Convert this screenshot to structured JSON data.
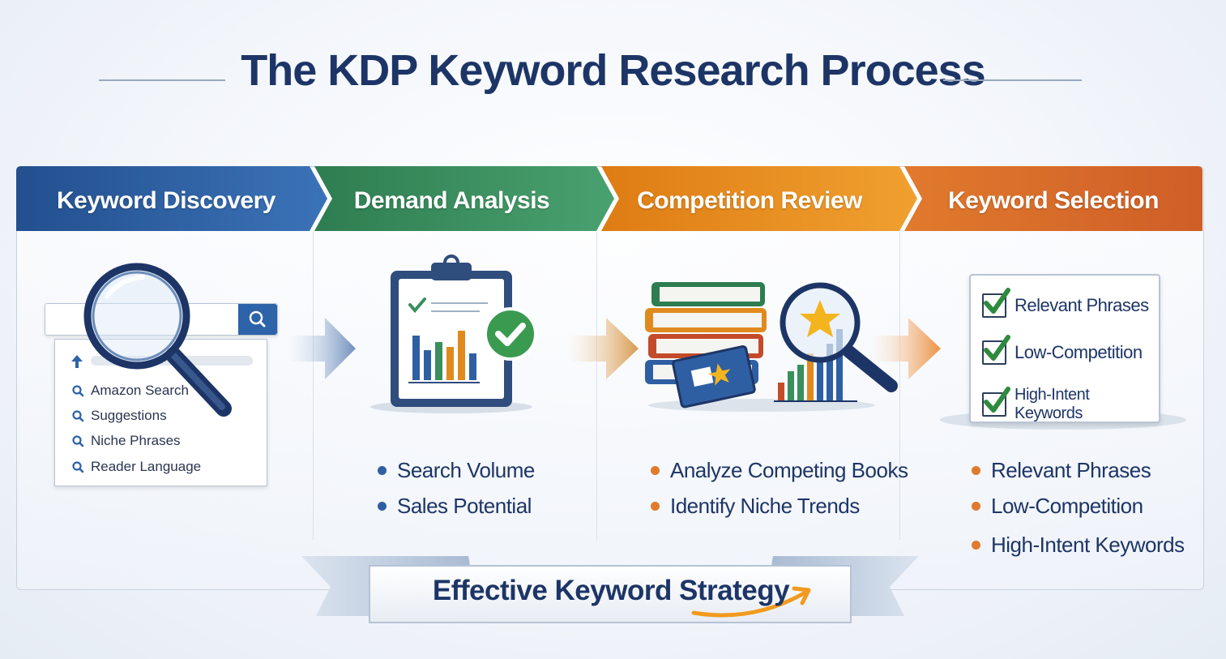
{
  "title": "The KDP Keyword Research Process",
  "stages": [
    {
      "label": "Keyword Discovery",
      "color": "#2f5fa3"
    },
    {
      "label": "Demand Analysis",
      "color": "#3a8f5c"
    },
    {
      "label": "Competition Review",
      "color": "#e08a1e"
    },
    {
      "label": "Keyword Selection",
      "color": "#d9692b"
    }
  ],
  "discovery": {
    "suggestions": [
      "Amazon Search",
      "Suggestions",
      "Niche Phrases",
      "Reader Language"
    ]
  },
  "demand": {
    "bullets": [
      "Search Volume",
      "Sales Potential"
    ]
  },
  "competition": {
    "bullets": [
      "Analyze Competing Books",
      "Identify Niche Trends"
    ]
  },
  "selection": {
    "checklist": [
      "Relevant Phrases",
      "Low-Competition",
      "High-Intent Keywords"
    ],
    "bullets": [
      "Relevant Phrases",
      "Low-Competition",
      "High-Intent Keywords"
    ]
  },
  "ribbon": {
    "text": "Effective Keyword Strategy"
  },
  "colors": {
    "navy": "#1d3566",
    "blue": "#2f5fa3",
    "green": "#3a8f5c",
    "orange": "#e08a1e",
    "dark_orange": "#d9692b"
  }
}
